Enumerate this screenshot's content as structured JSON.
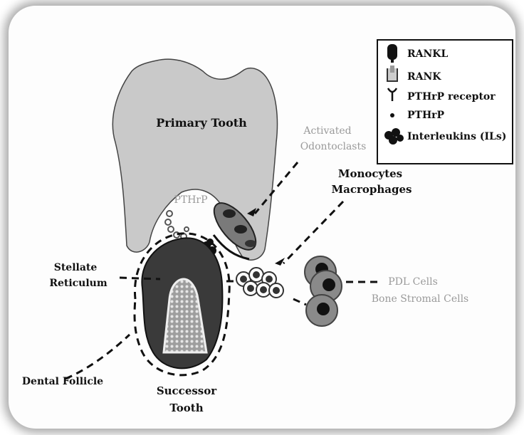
{
  "legend": {
    "items": [
      {
        "icon": "rankl-icon",
        "label": "RANKL"
      },
      {
        "icon": "rank-icon",
        "label": "RANK"
      },
      {
        "icon": "pthrp-receptor-icon",
        "label": "PTHrP receptor"
      },
      {
        "icon": "pthrp-dot-icon",
        "label": "PTHrP"
      },
      {
        "icon": "interleukins-icon",
        "label": "Interleukins (ILs)"
      }
    ]
  },
  "labels": {
    "primary_tooth": "Primary Tooth",
    "activated_line1": "Activated",
    "activated_line2": "Odontoclasts",
    "monocytes_line1": "Monocytes",
    "monocytes_line2": "Macrophages",
    "pthrp": "PTHrP",
    "stellate_line1": "Stellate",
    "stellate_line2": "Reticulum",
    "pdl_line1": "PDL Cells",
    "pdl_line2": "Bone Stromal Cells",
    "dental_follicle": "Dental Follicle",
    "successor_line1": "Successor",
    "successor_line2": "Tooth"
  },
  "colors": {
    "tooth_fill": "#c9c9c9",
    "grey_text": "#9a9a9a",
    "ink": "#111111"
  }
}
